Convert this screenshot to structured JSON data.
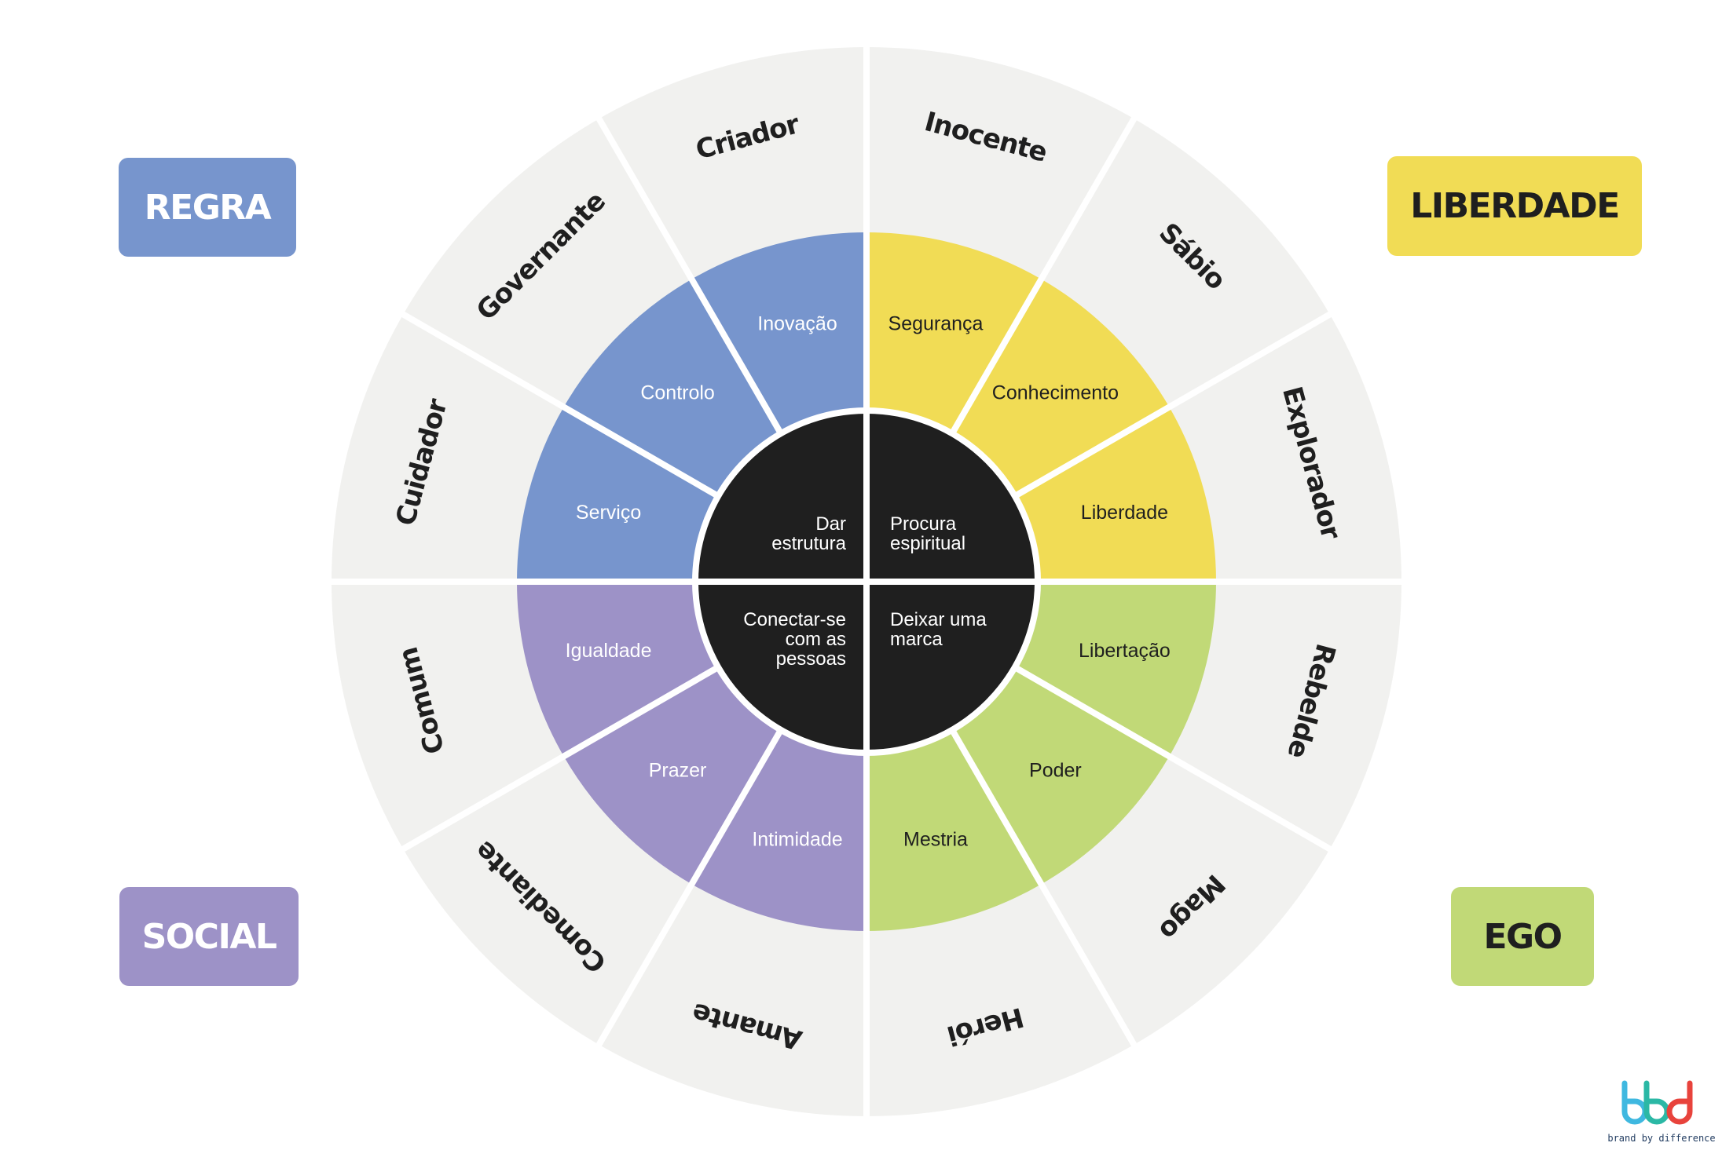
{
  "colors": {
    "regra": "#7795cd",
    "liberdade": "#f1dc55",
    "social": "#9d92c7",
    "ego": "#c1d977",
    "outer_ring": "#f1f1ef",
    "center": "#1f1f1f",
    "dark_text": "#1f1f1f",
    "light_text": "#ffffff"
  },
  "badges": {
    "regra": "REGRA",
    "liberdade": "LIBERDADE",
    "social": "SOCIAL",
    "ego": "EGO"
  },
  "center": {
    "top_left": [
      "Dar",
      "estrutura"
    ],
    "top_right": [
      "Procura",
      "espiritual"
    ],
    "bottom_left": [
      "Conectar-se",
      "com as",
      "pessoas"
    ],
    "bottom_right": [
      "Deixar uma",
      "marca"
    ]
  },
  "wedges": [
    {
      "archetype": "Inocente",
      "motivation": "Segurança",
      "group": "liberdade"
    },
    {
      "archetype": "Sábio",
      "motivation": "Conhecimento",
      "group": "liberdade"
    },
    {
      "archetype": "Explorador",
      "motivation": "Liberdade",
      "group": "liberdade"
    },
    {
      "archetype": "Rebelde",
      "motivation": "Libertação",
      "group": "ego"
    },
    {
      "archetype": "Mago",
      "motivation": "Poder",
      "group": "ego"
    },
    {
      "archetype": "Herói",
      "motivation": "Mestria",
      "group": "ego"
    },
    {
      "archetype": "Amante",
      "motivation": "Intimidade",
      "group": "social"
    },
    {
      "archetype": "Comediante",
      "motivation": "Prazer",
      "group": "social"
    },
    {
      "archetype": "Comum",
      "motivation": "Igualdade",
      "group": "social"
    },
    {
      "archetype": "Cuidador",
      "motivation": "Serviço",
      "group": "regra"
    },
    {
      "archetype": "Governante",
      "motivation": "Controlo",
      "group": "regra"
    },
    {
      "archetype": "Criador",
      "motivation": "Inovação",
      "group": "regra"
    }
  ],
  "logo": {
    "mark": "bbd",
    "tagline": "brand by difference",
    "colors": [
      "#3fb8e0",
      "#2bb8a5",
      "#e8433c"
    ]
  }
}
